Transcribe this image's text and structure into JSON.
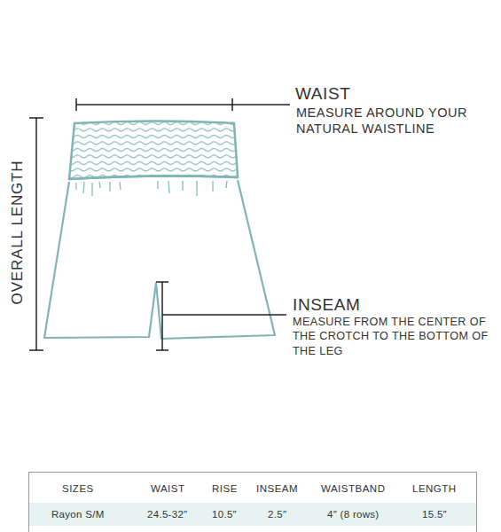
{
  "diagram": {
    "labels": [
      "WAIST",
      "MEASURE AROUND YOUR NATURAL WAISTLINE",
      "OVERALL LENGTH",
      "INSEAM",
      "MEASURE FROM THE CENTER OF THE CROTCH TO THE BOTTOM OF THE LEG",
      "SIZES",
      "WAIST",
      "RISE",
      "INSEAM",
      "WAISTBAND",
      "LENGTH",
      "Rayon S/M",
      "24.5-32″",
      "10.5″",
      "2.5″",
      "4″ (8 rows)",
      "15.5″"
    ]
  }
}
